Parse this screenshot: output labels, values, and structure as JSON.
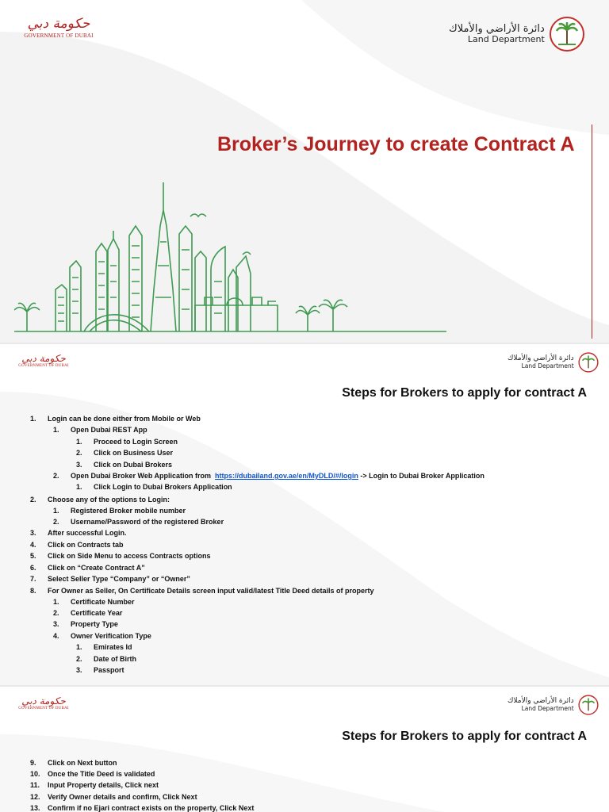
{
  "branding": {
    "gov_arabic": "حكومة دبي",
    "gov_english": "GOVERNMENT OF DUBAI",
    "dld_arabic": "دائرة الأراضي والأملاك",
    "dld_english": "Land Department"
  },
  "cover": {
    "title": "Broker’s Journey to create Contract A"
  },
  "slide2": {
    "title": "Steps for Brokers to apply for contract A",
    "steps": [
      {
        "num": "1.",
        "text": "Login can be done either from Mobile or Web"
      },
      {
        "num": "1.",
        "text": "Open Dubai REST App"
      },
      {
        "num": "1.",
        "text": "Proceed to Login Screen"
      },
      {
        "num": "2.",
        "text": "Click on Business User"
      },
      {
        "num": "3.",
        "text": "Click on Dubai Brokers"
      },
      {
        "num": "2.",
        "text_before": "Open Dubai Broker Web Application from",
        "link": "https://dubailand.gov.ae/en/MyDLD/#/login",
        "text_after": "-> Login to Dubai Broker Application"
      },
      {
        "num": "1.",
        "text": "Click Login to Dubai Brokers Application"
      },
      {
        "num": "2.",
        "text": "Choose any of the options to Login:"
      },
      {
        "num": "1.",
        "text": "Registered Broker mobile number"
      },
      {
        "num": "2.",
        "text": "Username/Password of the registered Broker"
      },
      {
        "num": "3.",
        "text": "After successful Login."
      },
      {
        "num": "4.",
        "text": "Click on Contracts tab"
      },
      {
        "num": "5.",
        "text": "Click on Side Menu to access Contracts options"
      },
      {
        "num": "6.",
        "text": "Click on “Create Contract A”"
      },
      {
        "num": "7.",
        "text": "Select Seller Type “Company” or “Owner”"
      },
      {
        "num": "8.",
        "text": "For Owner as Seller, On Certificate Details screen input valid/latest Title Deed details of property"
      },
      {
        "num": "1.",
        "text": "Certificate Number"
      },
      {
        "num": "2.",
        "text": "Certificate Year"
      },
      {
        "num": "3.",
        "text": "Property Type"
      },
      {
        "num": "4.",
        "text": "Owner Verification Type"
      },
      {
        "num": "1.",
        "text": "Emirates Id"
      },
      {
        "num": "2.",
        "text": "Date of Birth"
      },
      {
        "num": "3.",
        "text": "Passport"
      }
    ]
  },
  "slide3": {
    "title": "Steps for Brokers to apply for contract A",
    "steps": [
      {
        "num": "9.",
        "text": "Click on Next button"
      },
      {
        "num": "10.",
        "text": "Once the Title Deed is validated"
      },
      {
        "num": "11.",
        "text": "Input Property details, Click next"
      },
      {
        "num": "12.",
        "text": "Verify Owner details and confirm, Click Next"
      },
      {
        "num": "13.",
        "text": "Confirm if no Ejari contract exists on the property, Click Next"
      }
    ]
  },
  "colors": {
    "accent_red": "#b2231f",
    "skyline_green": "#3f9a52",
    "link_blue": "#1155cc"
  }
}
